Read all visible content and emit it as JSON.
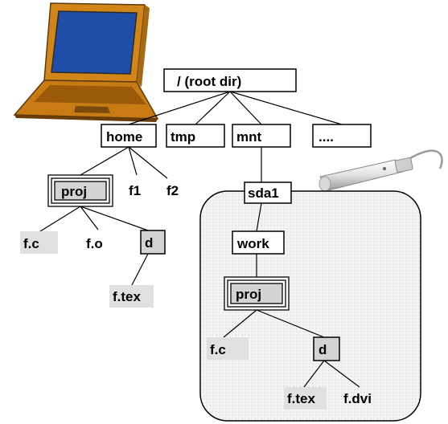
{
  "root": "/  (root dir)",
  "top_dirs": [
    "home",
    "tmp",
    "mnt",
    "...."
  ],
  "home": {
    "project": "proj",
    "files": [
      "f1",
      "f2"
    ],
    "proj_files": [
      "f.c",
      "f.o"
    ],
    "subdir": "d",
    "subdir_file": "f.tex"
  },
  "usb": {
    "mount": "sda1",
    "work": "work",
    "project": "proj",
    "proj_file": "f.c",
    "subdir": "d",
    "subdir_files": [
      "f.tex",
      "f.dvi"
    ]
  }
}
